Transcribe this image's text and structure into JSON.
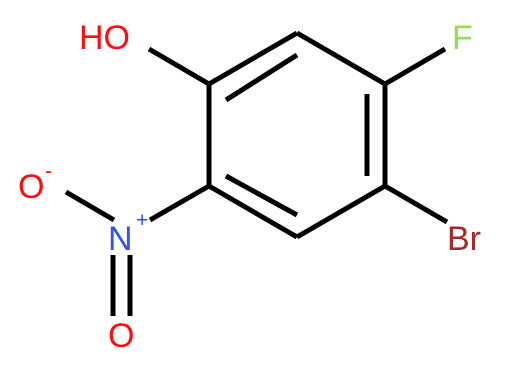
{
  "colors": {
    "bond": "#000000",
    "oxygen": "#ff0d0d",
    "nitrogen": "#3050f8",
    "fluorine": "#90e050",
    "bromine": "#a62929"
  },
  "atoms": {
    "hydroxyl": {
      "symbol": "HO",
      "element": "O"
    },
    "fluorine": {
      "symbol": "F",
      "element": "F"
    },
    "bromine": {
      "symbol": "Br",
      "element": "Br"
    },
    "nitro_nitrogen": {
      "symbol": "N",
      "charge": "+",
      "element": "N"
    },
    "nitro_oxygen_minus": {
      "symbol": "O",
      "charge": "-",
      "element": "O"
    },
    "nitro_oxygen_double": {
      "symbol": "O",
      "element": "O"
    }
  },
  "bonds": [
    {
      "from": "C1",
      "to": "C2",
      "order": 2
    },
    {
      "from": "C2",
      "to": "C3",
      "order": 1
    },
    {
      "from": "C3",
      "to": "C4",
      "order": 2
    },
    {
      "from": "C4",
      "to": "C5",
      "order": 1
    },
    {
      "from": "C5",
      "to": "C6",
      "order": 2
    },
    {
      "from": "C6",
      "to": "C1",
      "order": 1
    },
    {
      "from": "C1",
      "to": "OH",
      "order": 1
    },
    {
      "from": "C3",
      "to": "F",
      "order": 1
    },
    {
      "from": "C4",
      "to": "Br",
      "order": 1
    },
    {
      "from": "C6",
      "to": "N",
      "order": 1
    },
    {
      "from": "N",
      "to": "O_minus",
      "order": 1
    },
    {
      "from": "N",
      "to": "O_double",
      "order": 2
    }
  ]
}
